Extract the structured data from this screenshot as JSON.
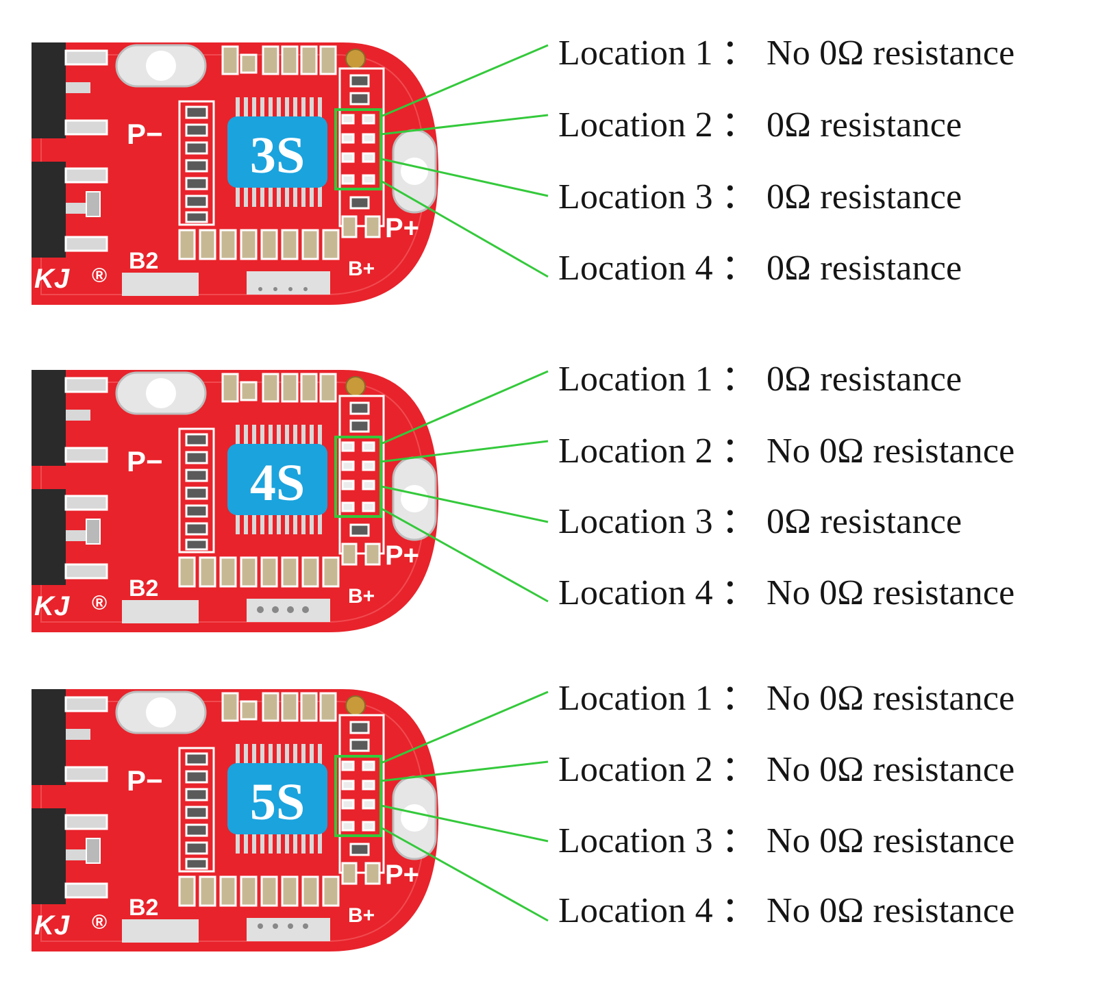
{
  "colors": {
    "pcb": "#e8232b",
    "pcb_dark": "#c9141c",
    "chip": "#1ba3dd",
    "pointer": "#34c93b",
    "text": "#151515"
  },
  "silkscreen": {
    "p_minus": "P−",
    "p_plus": "P+",
    "b2": "B2",
    "b_plus": "B+",
    "brand": "KJ",
    "registered": "®"
  },
  "boards": [
    {
      "chip_label": "3S",
      "locations": [
        {
          "name": "Location 1",
          "separator": "：",
          "value": "No 0Ω resistance"
        },
        {
          "name": "Location 2",
          "separator": "：",
          "value": "0Ω resistance"
        },
        {
          "name": "Location 3",
          "separator": "：",
          "value": "0Ω resistance"
        },
        {
          "name": "Location 4",
          "separator": "：",
          "value": "0Ω resistance"
        }
      ]
    },
    {
      "chip_label": "4S",
      "locations": [
        {
          "name": "Location 1",
          "separator": "：",
          "value": "0Ω resistance"
        },
        {
          "name": "Location 2",
          "separator": "：",
          "value": "No 0Ω resistance"
        },
        {
          "name": "Location 3",
          "separator": "：",
          "value": "0Ω resistance"
        },
        {
          "name": "Location 4",
          "separator": "：",
          "value": "No 0Ω resistance"
        }
      ]
    },
    {
      "chip_label": "5S",
      "locations": [
        {
          "name": "Location 1",
          "separator": "：",
          "value": "No 0Ω resistance"
        },
        {
          "name": "Location 2",
          "separator": "：",
          "value": "No 0Ω resistance"
        },
        {
          "name": "Location 3",
          "separator": "：",
          "value": "No 0Ω resistance"
        },
        {
          "name": "Location 4",
          "separator": "：",
          "value": "No 0Ω resistance"
        }
      ]
    }
  ]
}
